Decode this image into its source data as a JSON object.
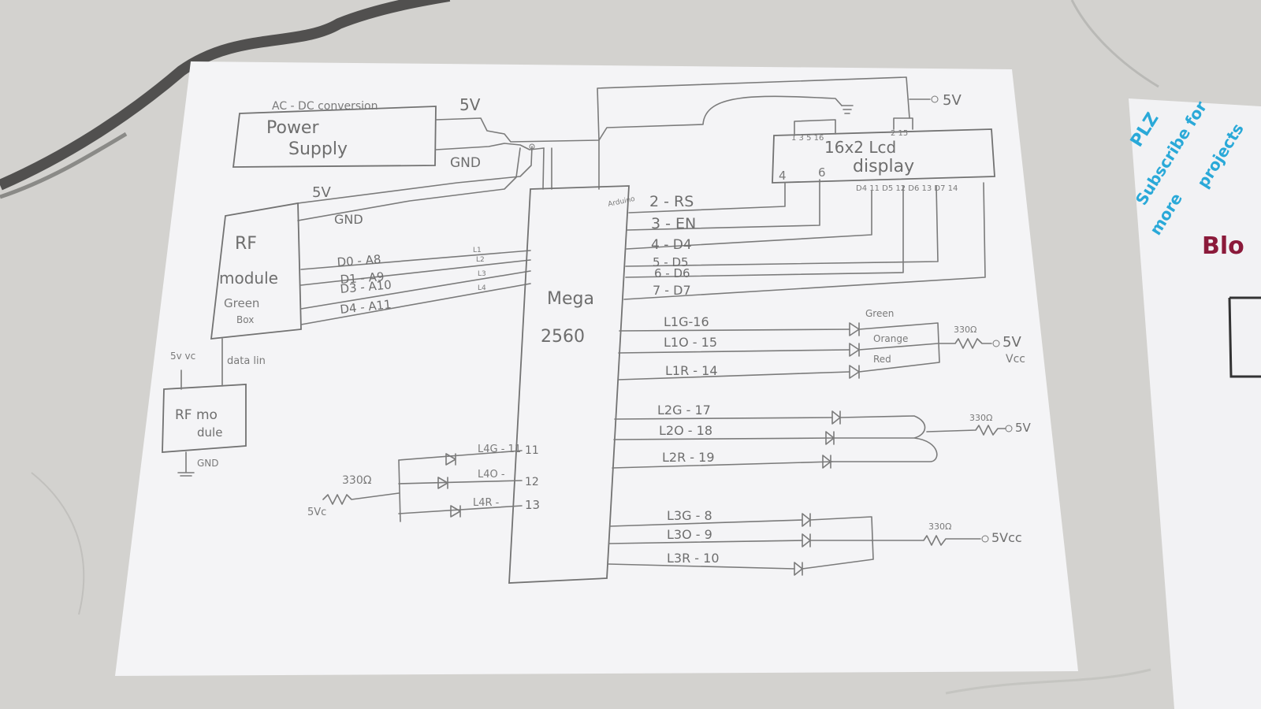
{
  "power_supply": {
    "header": "AC - DC conversion",
    "line1": "Power",
    "line2": "Supply",
    "v5": "5V",
    "gnd": "GND"
  },
  "rf_power": {
    "v5": "5V",
    "gnd": "GND"
  },
  "rf_module_green": {
    "line1": "RF",
    "line2": "module",
    "line3": "Green",
    "line4": "Box"
  },
  "rf_module_small": {
    "line1": "RF mo",
    "line2": "dule",
    "vcc": "5v vc",
    "data": "data lin",
    "gnd": "GND"
  },
  "mega": {
    "line1": "Mega",
    "line2": "2560",
    "tag": "Arduino"
  },
  "rf_data_lines": [
    {
      "label": "D0 - A8",
      "tag": "L1"
    },
    {
      "label": "D1 - A9",
      "tag": "L2"
    },
    {
      "label": "D3 - A10",
      "tag": "L3"
    },
    {
      "label": "D4 - A11",
      "tag": "L4"
    }
  ],
  "lcd": {
    "line1": "16x2 Lcd",
    "line2": "display",
    "pins_top": "1 3 5 16",
    "pins_top_right": "2 15",
    "pin_left": "4",
    "pin_mid": "6",
    "data_pins": "D4 11 D5 12 D6 13 D7 14",
    "vcc": "5V"
  },
  "lcd_lines": [
    "2 - RS",
    "3 - EN",
    "4 - D4",
    "5 - D5",
    "6 - D6",
    "7 - D7"
  ],
  "led_group1": {
    "lines": [
      "L1G-16",
      "L1O - 15",
      "L1R - 14"
    ],
    "colors": [
      "Green",
      "Orange",
      "Red"
    ],
    "resistor": "330Ω",
    "vcc": "5V",
    "vcc2": "Vcc"
  },
  "led_group2": {
    "lines": [
      "L2G - 17",
      "L2O - 18",
      "L2R - 19"
    ],
    "resistor": "330Ω",
    "vcc": "5V"
  },
  "led_group3": {
    "lines": [
      "L3G - 8",
      "L3O - 9",
      "L3R - 10"
    ],
    "resistor": "330Ω",
    "vcc": "5Vcc"
  },
  "led_group4": {
    "lines": [
      "L4G - 11",
      "L4O -",
      "L4R -"
    ],
    "pins": [
      "11",
      "12",
      "13"
    ],
    "resistor": "330Ω",
    "vcc": "5Vc"
  },
  "side_card": {
    "line1": "PLZ",
    "line2": "Subscribe for",
    "line3": "more",
    "line4": "projects",
    "title": "Blo"
  }
}
